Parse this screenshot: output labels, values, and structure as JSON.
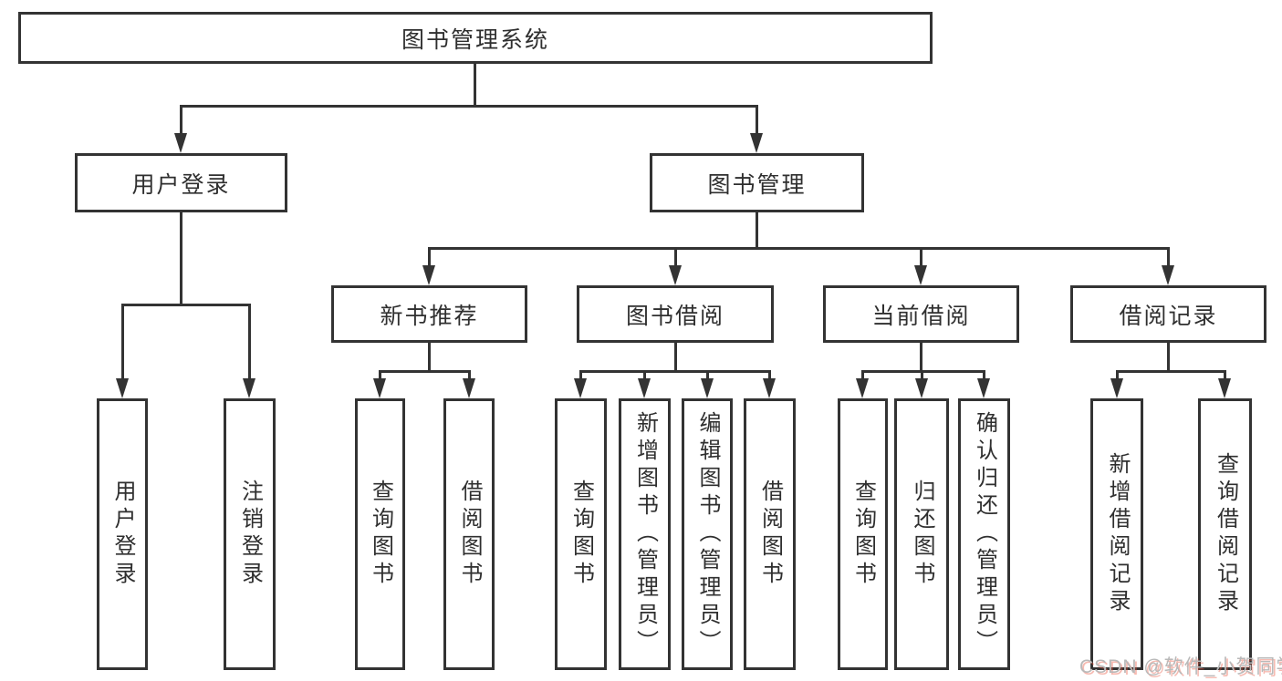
{
  "tree": {
    "root": {
      "label": "图书管理系统"
    },
    "user_login": {
      "label": "用户登录",
      "children": [
        {
          "label": "用户登录"
        },
        {
          "label": "注销登录"
        }
      ]
    },
    "book_management": {
      "label": "图书管理",
      "children": [
        {
          "label": "新书推荐",
          "children": [
            {
              "label": "查询图书"
            },
            {
              "label": "借阅图书"
            }
          ]
        },
        {
          "label": "图书借阅",
          "children": [
            {
              "label": "查询图书"
            },
            {
              "label": "新增图书（管理员）"
            },
            {
              "label": "编辑图书（管理员）"
            },
            {
              "label": "借阅图书"
            }
          ]
        },
        {
          "label": "当前借阅",
          "children": [
            {
              "label": "查询图书"
            },
            {
              "label": "归还图书"
            },
            {
              "label": "确认归还（管理员）"
            }
          ]
        },
        {
          "label": "借阅记录",
          "children": [
            {
              "label": "新增借阅记录"
            },
            {
              "label": "查询借阅记录"
            }
          ]
        }
      ]
    }
  },
  "watermark": {
    "text": "CSDN @软件_小贺同学"
  },
  "colors": {
    "line": "#333333",
    "text": "#2f2f2f",
    "box_fill": "#ffffff",
    "background": "#ffffff",
    "watermark": "#b9b9b9",
    "watermark_accent": "#e9533d"
  }
}
